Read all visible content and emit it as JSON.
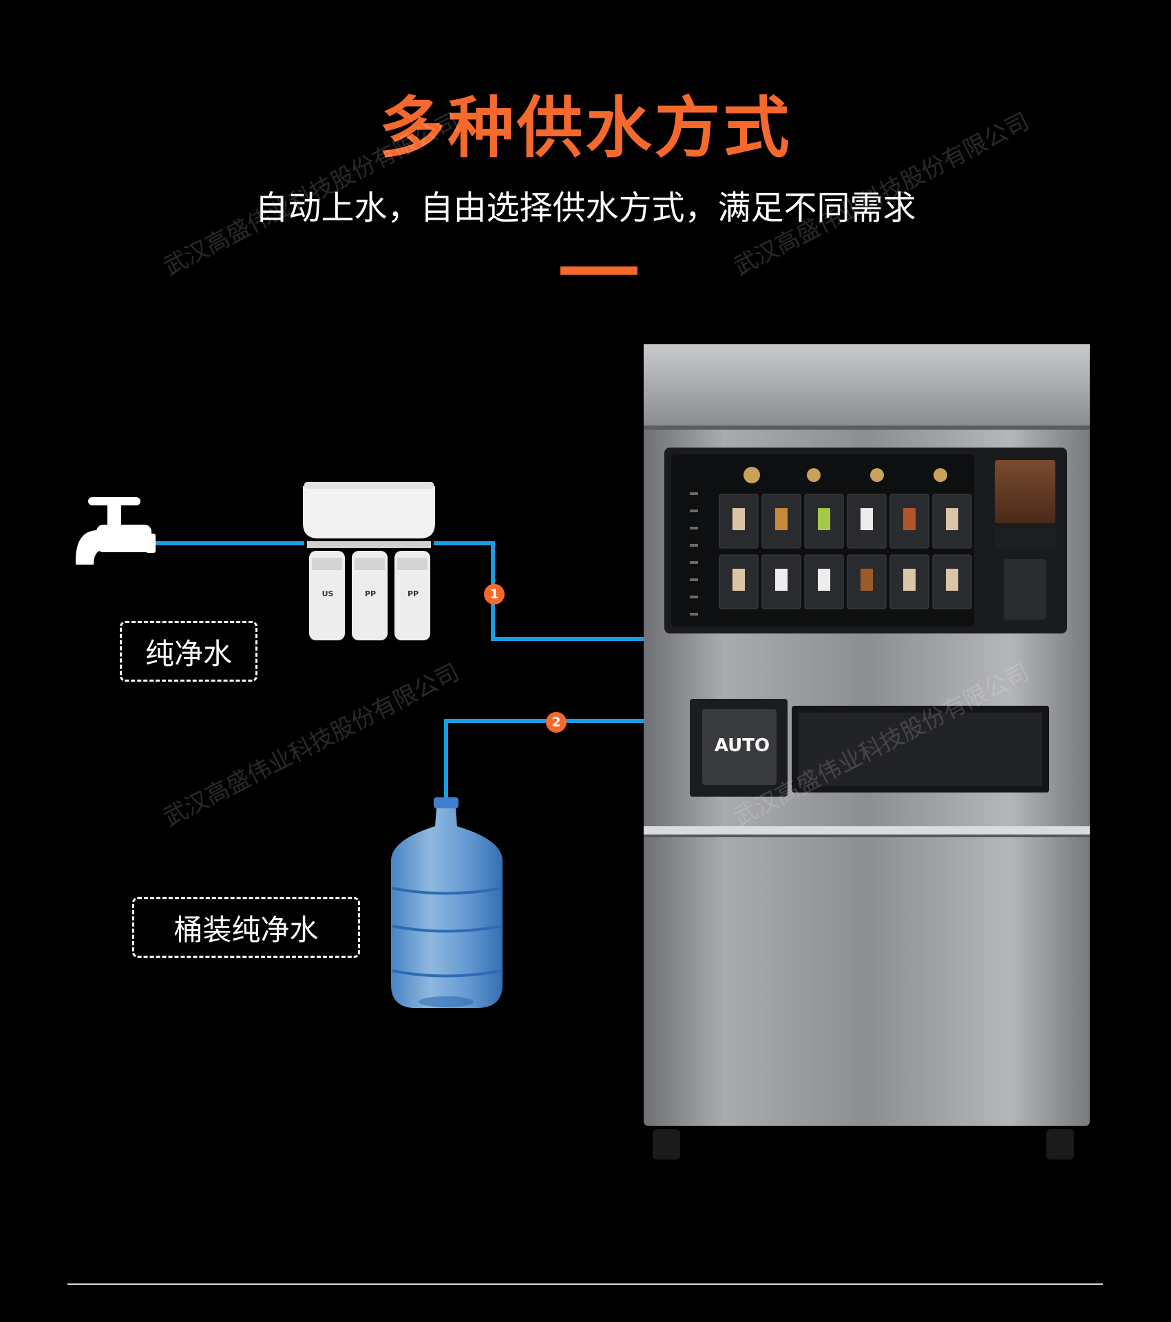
{
  "header": {
    "title": "多种供水方式",
    "subtitle": "自动上水，自由选择供水方式，满足不同需求"
  },
  "labels": {
    "pure_water": "纯净水",
    "bottled_water": "桶装纯净水"
  },
  "badges": [
    "1",
    "2"
  ],
  "filter": {
    "cartridges": [
      "US",
      "PP",
      "PP"
    ]
  },
  "machine": {
    "auto_label": "AUTO",
    "screen": {
      "product_tiles": 12,
      "side_menu_items": 8
    }
  },
  "watermarks": [
    "武汉高盛伟业科技股份有限公司",
    "武汉高盛伟业科技股份有限公司",
    "武汉高盛伟业科技股份有限公司",
    "武汉高盛伟业科技股份有限公司"
  ],
  "colors": {
    "accent": "#F5692D",
    "pipe": "#1E9BE0",
    "background": "#000000",
    "text": "#FFFFFF"
  },
  "icons": [
    "faucet-icon",
    "water-filter-icon",
    "water-bottle-icon",
    "vending-machine-image"
  ]
}
